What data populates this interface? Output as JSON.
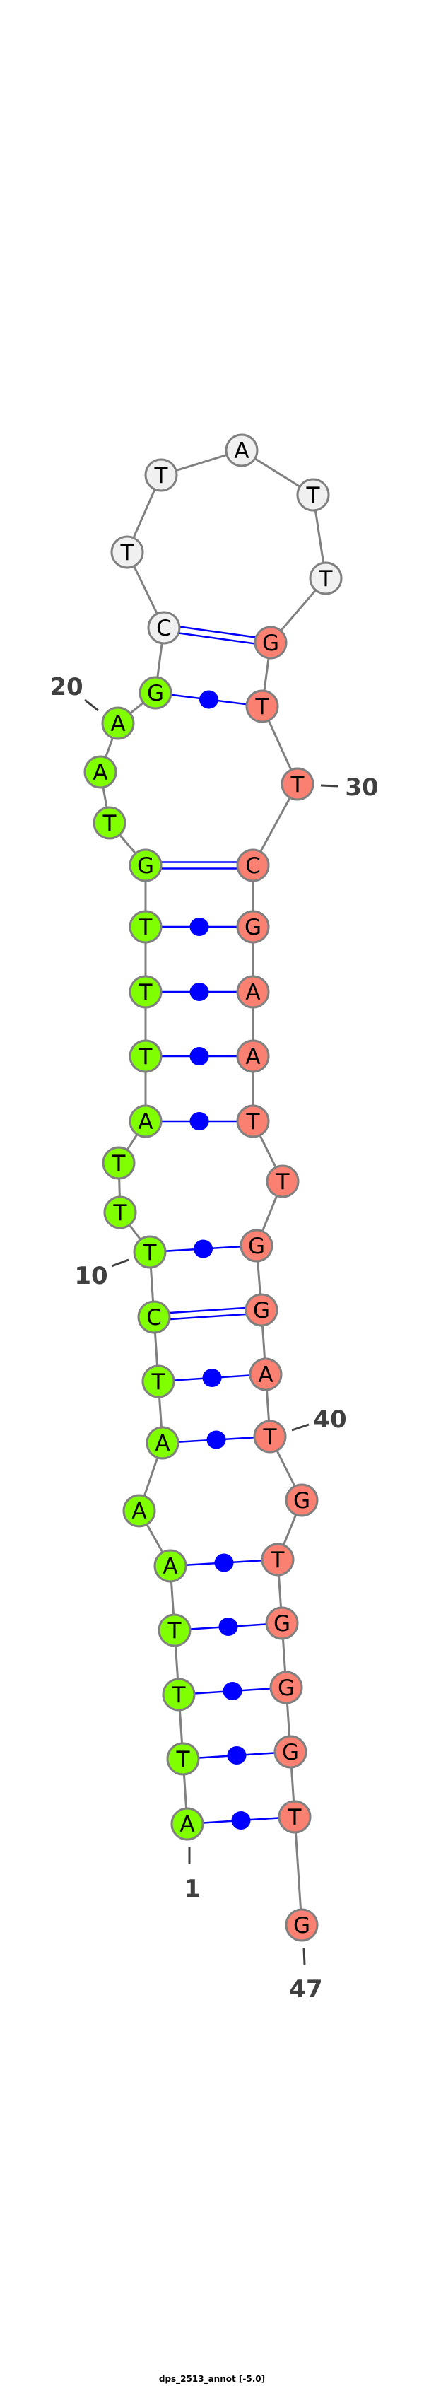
{
  "title": "dps_2513_annot [-5.0]",
  "sequence": [
    "A",
    "T",
    "T",
    "T",
    "A",
    "A",
    "A",
    "T",
    "C",
    "T",
    "T",
    "T",
    "A",
    "T",
    "T",
    "T",
    "G",
    "T",
    "A",
    "A",
    "G",
    "C",
    "T",
    "T",
    "A",
    "T",
    "T",
    "G",
    "T",
    "T",
    "C",
    "G",
    "A",
    "A",
    "T",
    "T",
    "G",
    "G",
    "A",
    "T",
    "G",
    "T",
    "G",
    "G",
    "G",
    "T",
    "G"
  ],
  "regions": [
    {
      "from": 1,
      "to": 21,
      "color": "#7fff00"
    },
    {
      "from": 22,
      "to": 27,
      "color": "#f0f0f0"
    },
    {
      "from": 28,
      "to": 47,
      "color": "#fa8072"
    }
  ],
  "pairs": [
    [
      1,
      46
    ],
    [
      2,
      45
    ],
    [
      3,
      44
    ],
    [
      4,
      43
    ],
    [
      5,
      42
    ],
    [
      7,
      40
    ],
    [
      8,
      39
    ],
    [
      9,
      38
    ],
    [
      10,
      37
    ],
    [
      13,
      35
    ],
    [
      14,
      34
    ],
    [
      15,
      33
    ],
    [
      16,
      32
    ],
    [
      17,
      31
    ],
    [
      21,
      29
    ],
    [
      22,
      28
    ]
  ],
  "position_labels": [
    "1",
    "10",
    "20",
    "30",
    "40",
    "47"
  ],
  "colors": {
    "backbone": "#808080",
    "pair": "#0000ff",
    "outline": "#808080",
    "label": "#404040"
  }
}
